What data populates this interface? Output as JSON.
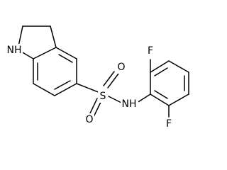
{
  "labels": {
    "nh_ring": "NH",
    "s": "S",
    "o_top": "O",
    "o_bottom": "O",
    "nh_sulfonamide": "NH",
    "f_top": "F",
    "f_bottom": "F"
  }
}
